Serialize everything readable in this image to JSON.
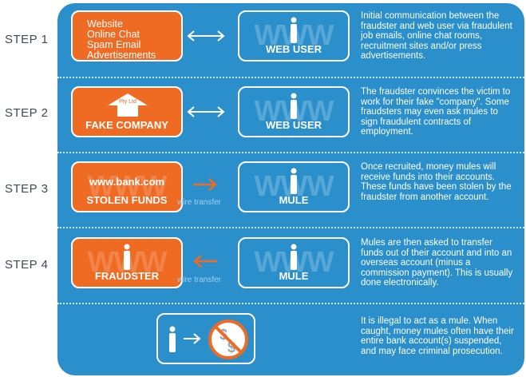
{
  "steps": [
    {
      "label": "STEP 1",
      "left_box": {
        "lines": [
          "Website",
          "Online Chat",
          "Spam Email",
          "Advertisements"
        ]
      },
      "right_box": {
        "title": "WEB USER",
        "bg": "WWW"
      },
      "description": "Initial communication between the fraudster and web user via fraudulent job emails, online chat rooms, recruitment sites and/or press advertisements."
    },
    {
      "label": "STEP 2",
      "left_box": {
        "title": "FAKE COMPANY",
        "tag": "Pty Ltd"
      },
      "right_box": {
        "title": "WEB USER",
        "bg": "WWW"
      },
      "description": "The fraudster convinces the victim to work for their fake \"company\". Some fraudsters may even ask mules to sign fraudulent contracts of employment."
    },
    {
      "label": "STEP 3",
      "left_box": {
        "title": "STOLEN FUNDS",
        "url": "www.bank.com",
        "bg": "WWW"
      },
      "connector": "wire transfer",
      "right_box": {
        "title": "MULE",
        "bg": "WWW"
      },
      "description": "Once recruited, money mules will receive funds into their accounts. These funds have been stolen by the fraudster from another account."
    },
    {
      "label": "STEP 4",
      "left_box": {
        "title": "FRAUDSTER",
        "bg": "WWW"
      },
      "connector": "wire transfer",
      "right_box": {
        "title": "MULE",
        "bg": "WWW"
      },
      "description": "Mules are then asked to transfer funds out of their account and into an overseas account (minus a commission payment). This is usually done electronically."
    }
  ],
  "final": {
    "description": "It is illegal to act as a mule. When caught, money mules often have their entire bank account(s) suspended, and may face criminal prosecution."
  },
  "colors": {
    "panel": "#2a8fcb",
    "orange": "#ef6a22",
    "arrow": "#ef6a22",
    "text_dark": "#3f4a55"
  }
}
